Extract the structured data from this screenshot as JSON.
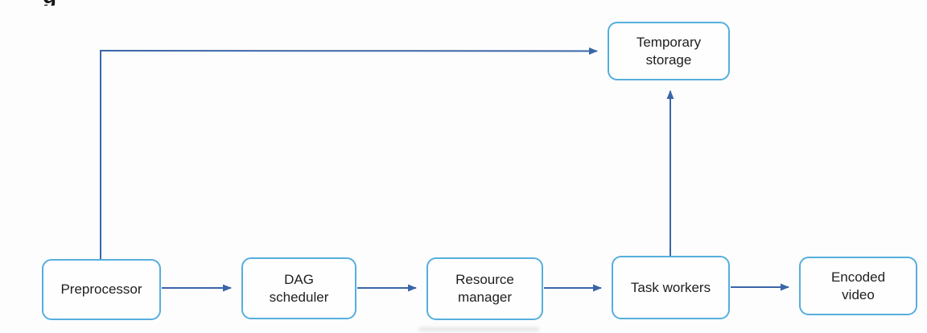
{
  "diagram": {
    "type": "flowchart",
    "nodes": [
      {
        "id": "temporary-storage",
        "label": "Temporary\nstorage"
      },
      {
        "id": "preprocessor",
        "label": "Preprocessor"
      },
      {
        "id": "dag-scheduler",
        "label": "DAG\nscheduler"
      },
      {
        "id": "resource-manager",
        "label": "Resource\nmanager"
      },
      {
        "id": "task-workers",
        "label": "Task workers"
      },
      {
        "id": "encoded-video",
        "label": "Encoded\nvideo"
      }
    ],
    "edges": [
      {
        "from": "preprocessor",
        "to": "dag-scheduler"
      },
      {
        "from": "dag-scheduler",
        "to": "resource-manager"
      },
      {
        "from": "resource-manager",
        "to": "task-workers"
      },
      {
        "from": "task-workers",
        "to": "encoded-video"
      },
      {
        "from": "task-workers",
        "to": "temporary-storage"
      },
      {
        "from": "preprocessor",
        "to": "temporary-storage"
      }
    ],
    "colors": {
      "node_border": "#56aedd",
      "node_fill": "#fefefe",
      "arrow": "#3a66a8",
      "text": "#1e1e1e",
      "background": "#fdfdfd"
    },
    "artifacts": {
      "cutoff_top_left_glyph": "g"
    }
  }
}
